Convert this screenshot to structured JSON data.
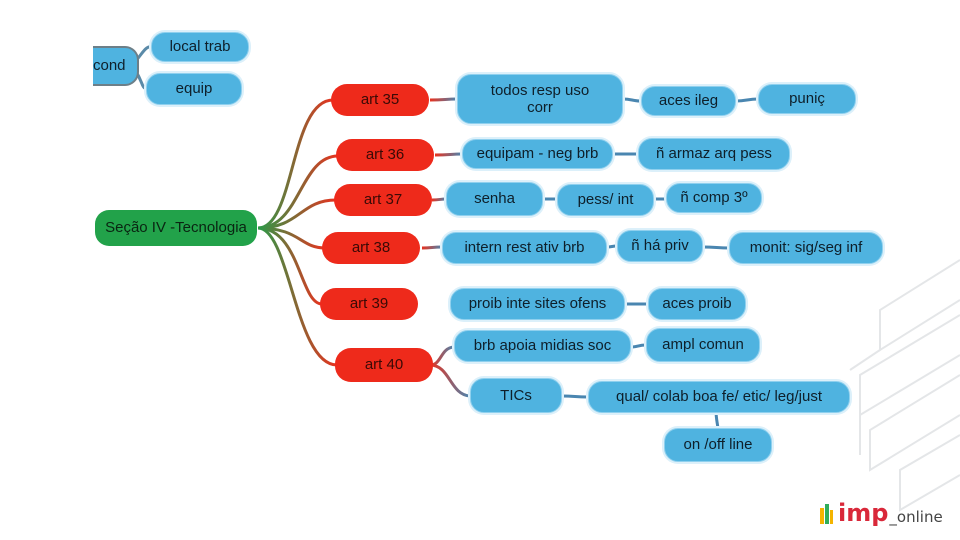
{
  "nodes": {
    "cond": "cond",
    "local_trab": "local trab",
    "equip": "equip",
    "secao": "Seção IV -Tecnologia",
    "art35": "art 35",
    "art36": "art 36",
    "art37": "art 37",
    "art38": "art 38",
    "art39": "art 39",
    "art40": "art 40",
    "todos": "todos resp uso\ncorr",
    "aces_ileg": "aces ileg",
    "punic": "puniç",
    "equipam": "equipam - neg brb",
    "armaz": "ñ armaz arq pess",
    "senha": "senha",
    "pess_int": "pess/ int",
    "comp3": "ñ comp 3º",
    "intern": "intern rest ativ brb",
    "ha_priv": "ñ há priv",
    "monit": "monit: sig/seg inf",
    "proib": "proib inte sites ofens",
    "aces_proib": "aces proib",
    "brb_apoia": "brb apoia midias soc",
    "ampl": "ampl comun",
    "tics": "TICs",
    "qual": "qual/ colab boa fe/ etic/ leg/just",
    "online": "on /off line"
  },
  "logo": {
    "brand": "imp",
    "suffix": "_online"
  },
  "colors": {
    "blue": "#4fb3e0",
    "red": "#ee2a1b",
    "green": "#22a24a",
    "logo": "#d9283a"
  }
}
